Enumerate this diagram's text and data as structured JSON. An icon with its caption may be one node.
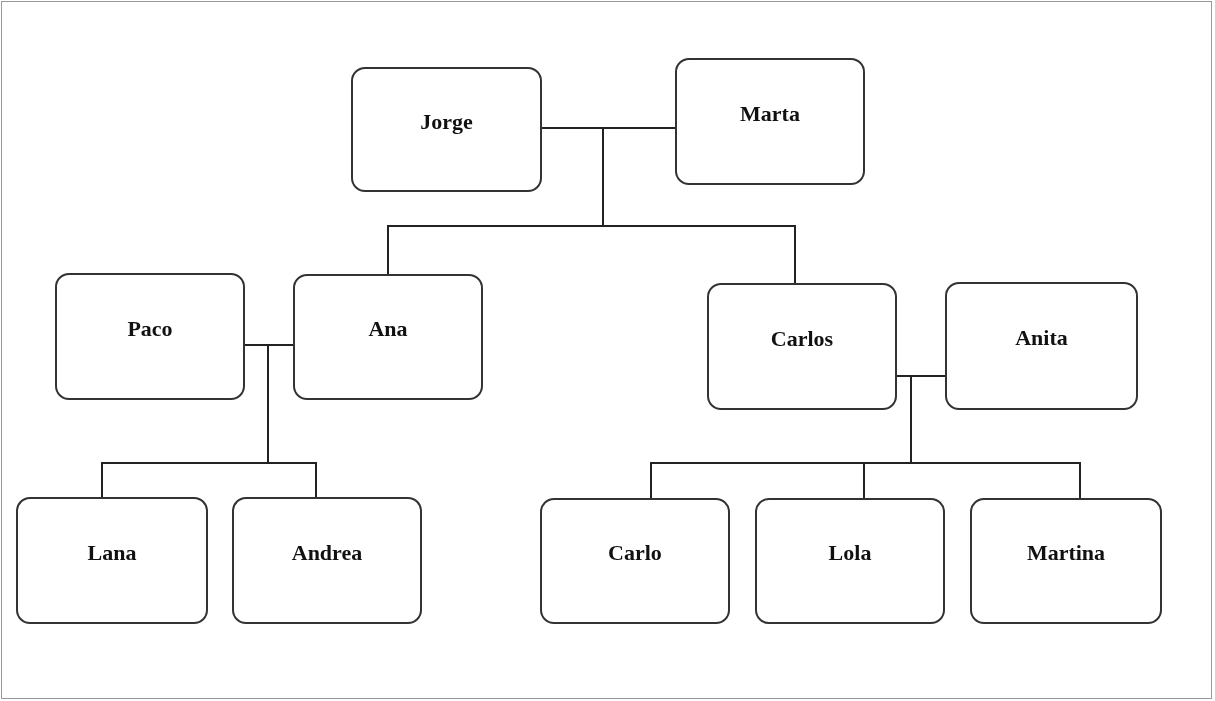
{
  "diagram": {
    "nodes": [
      {
        "text": [
          "Jorge"
        ]
      },
      {
        "text": [
          "Marta"
        ]
      },
      {
        "text": [
          "Paco"
        ]
      },
      {
        "text": [
          "Ana"
        ]
      },
      {
        "text": [
          "Carlos"
        ]
      },
      {
        "text": [
          "Anita"
        ]
      },
      {
        "text": [
          "Lana"
        ]
      },
      {
        "text": [
          "Andrea"
        ]
      },
      {
        "text": [
          "Carlo"
        ]
      },
      {
        "text": [
          "Lola"
        ]
      },
      {
        "text": [
          "Martina"
        ]
      }
    ],
    "edges": [
      {
        "from": 0,
        "to": 1,
        "arrow": "none"
      },
      {
        "from": 0,
        "to": 3,
        "arrow": "none"
      },
      {
        "from": 1,
        "to": 3,
        "arrow": "none"
      },
      {
        "from": 0,
        "to": 4,
        "arrow": "none"
      },
      {
        "from": 1,
        "to": 4,
        "arrow": "none"
      },
      {
        "from": 2,
        "to": 3,
        "arrow": "none"
      },
      {
        "from": 2,
        "to": 6,
        "arrow": "none"
      },
      {
        "from": 3,
        "to": 6,
        "arrow": "none"
      },
      {
        "from": 2,
        "to": 7,
        "arrow": "none"
      },
      {
        "from": 3,
        "to": 7,
        "arrow": "none"
      },
      {
        "from": 4,
        "to": 5,
        "arrow": "none"
      },
      {
        "from": 4,
        "to": 8,
        "arrow": "none"
      },
      {
        "from": 5,
        "to": 8,
        "arrow": "none"
      },
      {
        "from": 4,
        "to": 9,
        "arrow": "none"
      },
      {
        "from": 5,
        "to": 9,
        "arrow": "none"
      },
      {
        "from": 4,
        "to": 10,
        "arrow": "none"
      },
      {
        "from": 5,
        "to": 10,
        "arrow": "none"
      }
    ]
  }
}
